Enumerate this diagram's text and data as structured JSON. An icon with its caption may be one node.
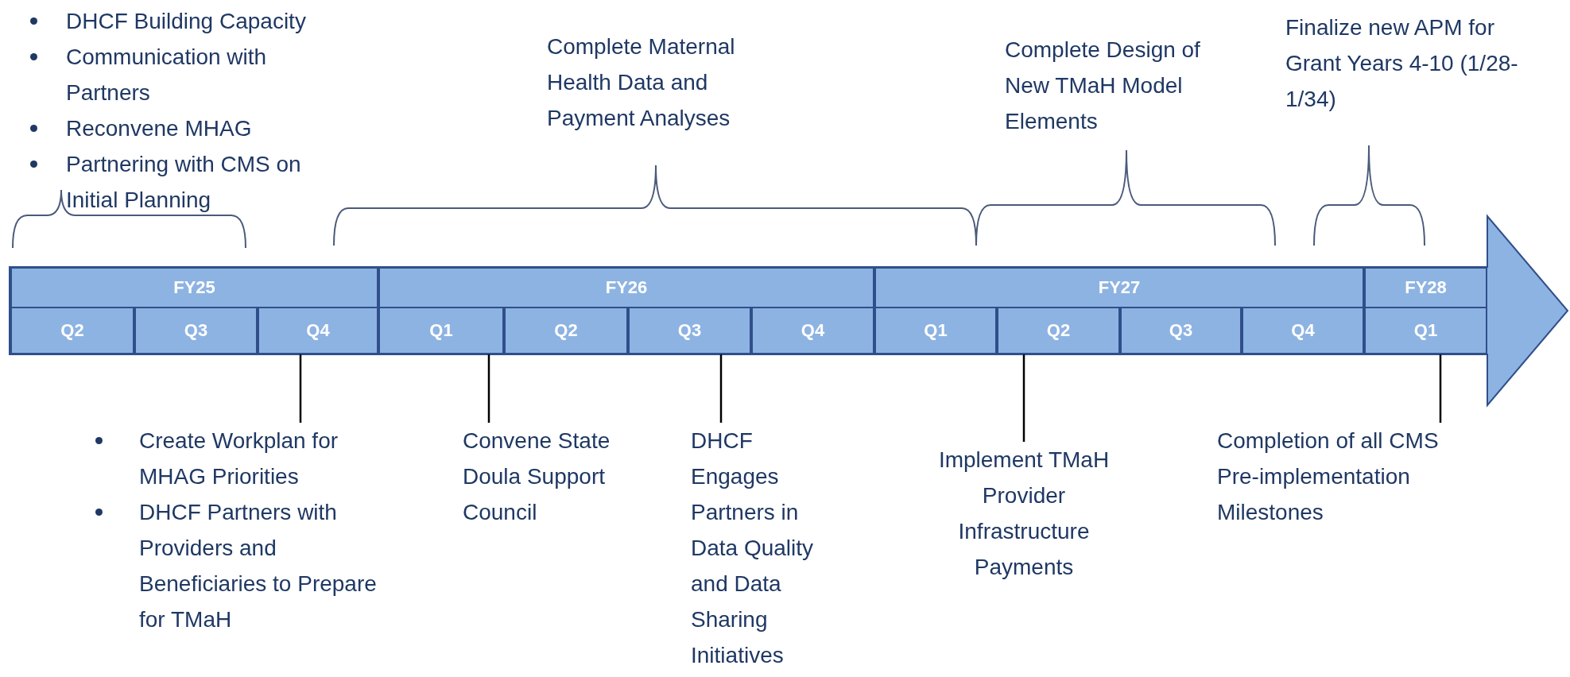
{
  "diagram": {
    "nodes": [
      {
        "text": [
          "FY25"
        ]
      },
      {
        "text": [
          "FY26"
        ]
      },
      {
        "text": [
          "FY27"
        ]
      },
      {
        "text": [
          "FY28"
        ]
      },
      {
        "text": [
          "Q2"
        ]
      },
      {
        "text": [
          "Q3"
        ]
      },
      {
        "text": [
          "Q4"
        ]
      },
      {
        "text": [
          "Q1"
        ]
      },
      {
        "text": [
          "Q2"
        ]
      },
      {
        "text": [
          "Q3"
        ]
      },
      {
        "text": [
          "Q4"
        ]
      },
      {
        "text": [
          "Q1"
        ]
      },
      {
        "text": [
          "Q2"
        ]
      },
      {
        "text": [
          "Q3"
        ]
      },
      {
        "text": [
          "Q4"
        ]
      },
      {
        "text": [
          "Q1"
        ]
      },
      {
        "text": [
          "Create Workplan for MHAG Priorities",
          "DHCF Partners with Providers and Beneficiaries to Prepare for TMaH"
        ]
      },
      {
        "text": [
          "Convene State Doula Support Council"
        ]
      },
      {
        "text": [
          "DHCF Engages Partners in Data Quality and Data Sharing Initiatives"
        ]
      },
      {
        "text": [
          "Implement TMaH Provider Infrastructure Payments"
        ]
      },
      {
        "text": [
          "Completion of all CMS Pre-implementation Milestones"
        ]
      }
    ],
    "edges": [
      {
        "from": 16,
        "to": 6,
        "arrow": "none"
      },
      {
        "from": 17,
        "to": 7,
        "arrow": "none"
      },
      {
        "from": 18,
        "to": 9,
        "arrow": "none"
      },
      {
        "from": 19,
        "to": 12,
        "arrow": "none"
      },
      {
        "from": 20,
        "to": 15,
        "arrow": "none"
      }
    ],
    "labels": [
      "DHCF Building Capacity",
      "Communication with Partners",
      "Reconvene MHAG",
      "Partnering with CMS on Initial Planning",
      "Complete Maternal Health Data and Payment Analyses",
      "Complete Design of New TMaH Model Elements",
      "Finalize new APM for Grant Years 4-10 (1/28-1/34)"
    ]
  }
}
